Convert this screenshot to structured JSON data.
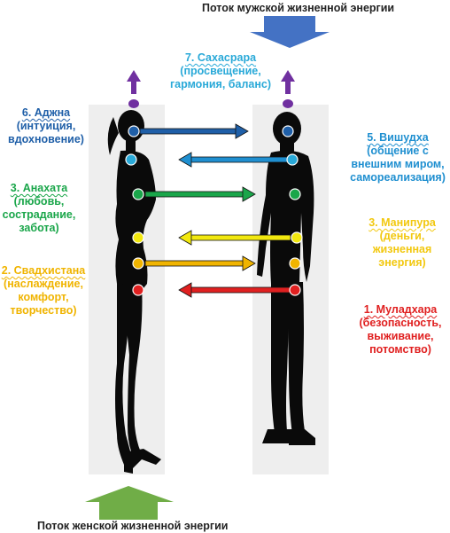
{
  "flows": {
    "male": "Поток мужской жизненной энергии",
    "female": "Поток женской жизненной энергии"
  },
  "chakras": {
    "sahasrara": {
      "title": "7. Сахасрара",
      "desc": "(просвещение, гармония, баланс)",
      "color": "#29a9d8"
    },
    "ajna": {
      "title": "6. Аджна",
      "desc": "(интуиция, вдохновение)",
      "color": "#1f5fa8"
    },
    "vishuddha": {
      "title": "5. Вишудха",
      "desc": "(общение с внешним миром, самореализация)",
      "color": "#1f8fd0"
    },
    "anahata": {
      "title": "3. Анахата",
      "desc": "(любовь, сострадание, забота)",
      "color": "#1aa64a"
    },
    "manipura": {
      "title": "3. Манипура",
      "desc": "(деньги, жизненная энергия)",
      "color": "#f2c80f"
    },
    "svadhisthana": {
      "title": "2. Свадхистана",
      "desc": "(наслаждение, комфорт, творчество)",
      "color": "#f0b400"
    },
    "muladhara": {
      "title": "1. Муладхара",
      "desc": "(безопасность, выживание, потомство)",
      "color": "#e02020"
    }
  },
  "colors": {
    "flow_down": "#4472c4",
    "flow_up": "#70ad47",
    "crown": "#7030a0",
    "panel": "#eeeeee",
    "silhouette": "#0a0a0a"
  }
}
